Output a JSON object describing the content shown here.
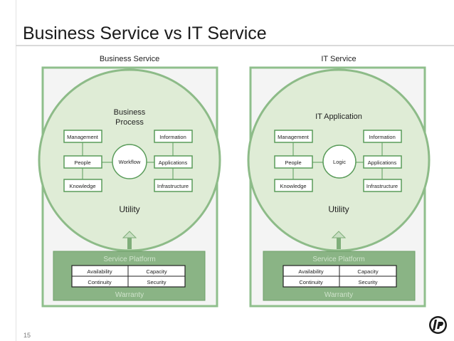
{
  "slide": {
    "title": "Business Service vs IT Service",
    "page_number": "15",
    "accent_green": "#5a9c5a",
    "panel_fill": "#f4f4f4",
    "circle_fill": "#dfecd6",
    "platform_fill": "#8ab485"
  },
  "business_panel": {
    "heading": "Business Service",
    "center_line1": "Business",
    "center_line2": "Process",
    "hub": "Workflow",
    "utility": "Utility",
    "left_boxes": [
      "Management",
      "People",
      "Knowledge"
    ],
    "right_boxes": [
      "Information",
      "Applications",
      "Infrastructure"
    ],
    "platform_title": "Service Platform",
    "warranty": "Warranty",
    "grid": [
      [
        "Availability",
        "Capacity"
      ],
      [
        "Continuity",
        "Security"
      ]
    ]
  },
  "it_panel": {
    "heading": "IT Service",
    "center_line1": "IT Application",
    "hub": "Logic",
    "utility": "Utility",
    "left_boxes": [
      "Management",
      "People",
      "Knowledge"
    ],
    "right_boxes": [
      "Information",
      "Applications",
      "Infrastructure"
    ],
    "platform_title": "Service Platform",
    "warranty": "Warranty",
    "grid": [
      [
        "Availability",
        "Capacity"
      ],
      [
        "Continuity",
        "Security"
      ]
    ]
  }
}
